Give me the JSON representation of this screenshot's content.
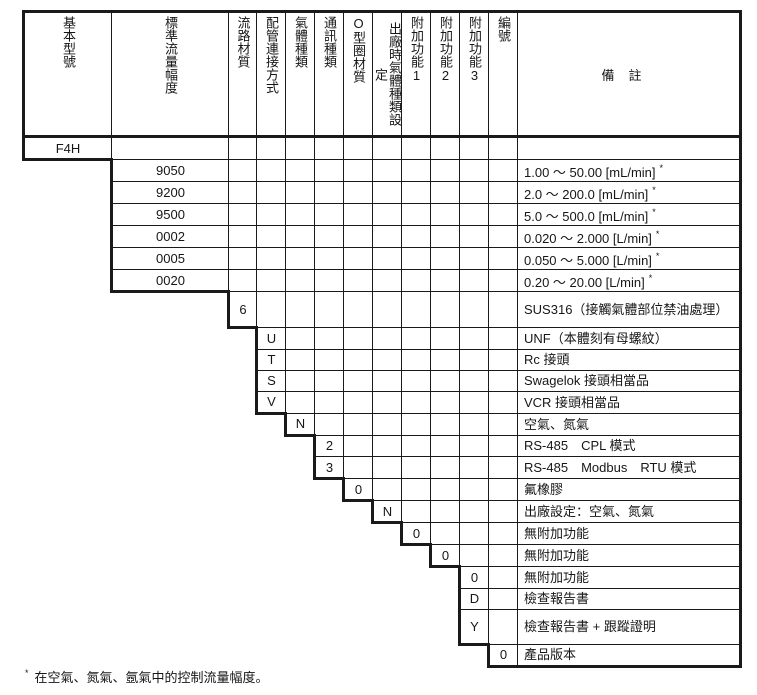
{
  "headers": [
    "基本型號",
    "標準流量幅度",
    "流路材質",
    "配管連接方式",
    "氣體種類",
    "通訊種類",
    "O型圈材質",
    "出廠時氣體種類設定",
    "附加功能1",
    "附加功能2",
    "附加功能3",
    "編號",
    "備註"
  ],
  "rows": [
    {
      "code": "F4H",
      "col": 0,
      "remark": "",
      "last": true,
      "h": 22
    },
    {
      "code": "9050",
      "col": 1,
      "remark": "1.00 ～ 50.00 [mL/min]",
      "note": "*",
      "last": false,
      "h": 20
    },
    {
      "code": "9200",
      "col": 1,
      "remark": "2.0 ～ 200.0 [mL/min]",
      "note": "*",
      "last": false,
      "h": 20
    },
    {
      "code": "9500",
      "col": 1,
      "remark": "5.0 ～ 500.0 [mL/min]",
      "note": "*",
      "last": false,
      "h": 20
    },
    {
      "code": "0002",
      "col": 1,
      "remark": "0.020 ～ 2.000 [L/min]",
      "note": "*",
      "last": false,
      "h": 20
    },
    {
      "code": "0005",
      "col": 1,
      "remark": "0.050 ～ 5.000 [L/min]",
      "note": "*",
      "last": false,
      "h": 20
    },
    {
      "code": "0020",
      "col": 1,
      "remark": "0.20 ～ 20.00 [L/min]",
      "note": "*",
      "last": true,
      "h": 20
    },
    {
      "code": "6",
      "col": 2,
      "remark": "SUS316（接觸氣體部位禁油處理）",
      "last": true,
      "h": 36
    },
    {
      "code": "U",
      "col": 3,
      "remark": "UNF（本體刻有母螺紋）",
      "last": false,
      "h": 20
    },
    {
      "code": "T",
      "col": 3,
      "remark": "Rc 接頭",
      "last": false,
      "h": 20
    },
    {
      "code": "S",
      "col": 3,
      "remark": "Swagelok 接頭相當品",
      "last": false,
      "h": 20
    },
    {
      "code": "V",
      "col": 3,
      "remark": "VCR 接頭相當品",
      "last": true,
      "h": 20
    },
    {
      "code": "N",
      "col": 4,
      "remark": "空氣、氮氣",
      "last": true,
      "h": 20
    },
    {
      "code": "2",
      "col": 5,
      "remark": "RS-485　CPL 模式",
      "last": false,
      "h": 20
    },
    {
      "code": "3",
      "col": 5,
      "remark": "RS-485　Modbus　RTU 模式",
      "last": true,
      "h": 20
    },
    {
      "code": "0",
      "col": 6,
      "remark": "氟橡膠",
      "last": true,
      "h": 20
    },
    {
      "code": "N",
      "col": 7,
      "remark": "出廠設定：空氣、氮氣",
      "last": true,
      "h": 20
    },
    {
      "code": "0",
      "col": 8,
      "remark": "無附加功能",
      "last": true,
      "h": 20
    },
    {
      "code": "0",
      "col": 9,
      "remark": "無附加功能",
      "last": true,
      "h": 20
    },
    {
      "code": "0",
      "col": 10,
      "remark": "無附加功能",
      "last": false,
      "h": 20
    },
    {
      "code": "D",
      "col": 10,
      "remark": "檢查報告書",
      "last": false,
      "h": 20
    },
    {
      "code": "Y",
      "col": 10,
      "remark": "檢查報告書 + 跟蹤證明",
      "last": true,
      "h": 35
    },
    {
      "code": "0",
      "col": 11,
      "remark": "產品版本",
      "last": true,
      "h": 22
    }
  ],
  "footnote": {
    "mark": "*",
    "text": "在空氣、氮氣、氬氣中的控制流量幅度。"
  }
}
